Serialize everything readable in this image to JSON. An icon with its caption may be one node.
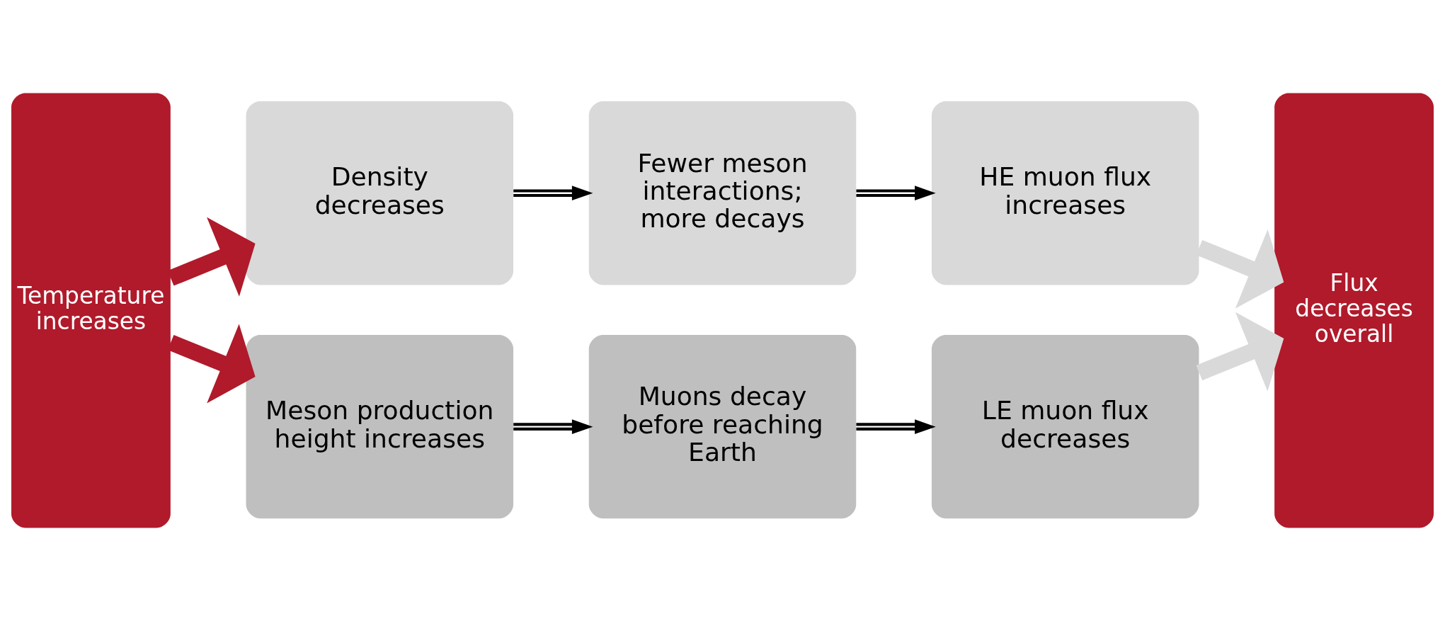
{
  "diagram": {
    "nodes": [
      {
        "text": [
          "Temperature increases"
        ]
      },
      {
        "text": [
          "Density decreases"
        ]
      },
      {
        "text": [
          "Fewer meson interactions; more decays"
        ]
      },
      {
        "text": [
          "HE muon flux increases"
        ]
      },
      {
        "text": [
          "Meson production height increases"
        ]
      },
      {
        "text": [
          "Muons decay before reaching Earth"
        ]
      },
      {
        "text": [
          "LE muon flux decreases"
        ]
      },
      {
        "text": [
          "Flux decreases overall"
        ]
      }
    ],
    "edges": [
      {
        "from": 0,
        "to": 1,
        "arrow": "to",
        "style": "thick",
        "color": "#b01a2b"
      },
      {
        "from": 1,
        "to": 2,
        "arrow": "to"
      },
      {
        "from": 2,
        "to": 3,
        "arrow": "to"
      },
      {
        "from": 3,
        "to": 7,
        "arrow": "to",
        "style": "thick",
        "color": "#d9d9d9"
      },
      {
        "from": 0,
        "to": 4,
        "arrow": "to",
        "style": "thick",
        "color": "#b01a2b"
      },
      {
        "from": 4,
        "to": 5,
        "arrow": "to"
      },
      {
        "from": 5,
        "to": 6,
        "arrow": "to"
      },
      {
        "from": 6,
        "to": 7,
        "arrow": "to",
        "style": "thick",
        "color": "#d9d9d9"
      }
    ]
  }
}
